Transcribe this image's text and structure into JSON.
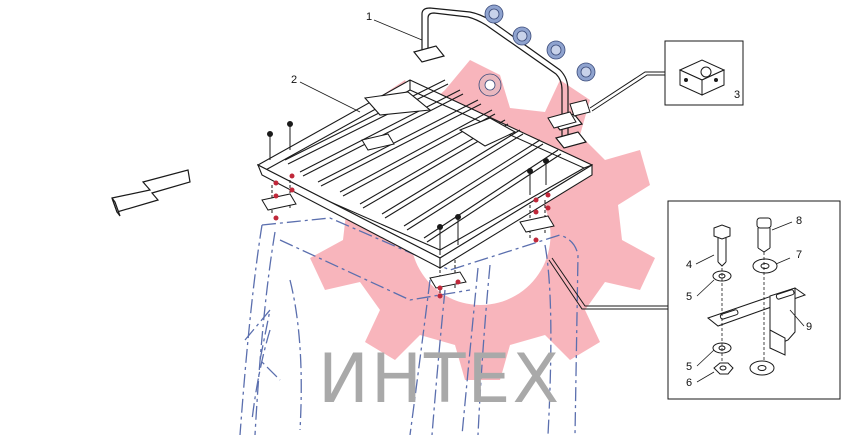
{
  "diagram": {
    "watermark_text": "ИНТЕХ",
    "callouts": {
      "c1": "1",
      "c2": "2",
      "c3": "3",
      "c4": "4",
      "c5a": "5",
      "c5b": "5",
      "c6": "6",
      "c7": "7",
      "c8": "8",
      "c9": "9"
    },
    "colors": {
      "line": "#1a1a1a",
      "cab_dash": "#5b6fae",
      "watermark_gear": "#f05a6b",
      "lamp_blue": "#8fa3cf",
      "nut_red": "#c0283a"
    }
  }
}
